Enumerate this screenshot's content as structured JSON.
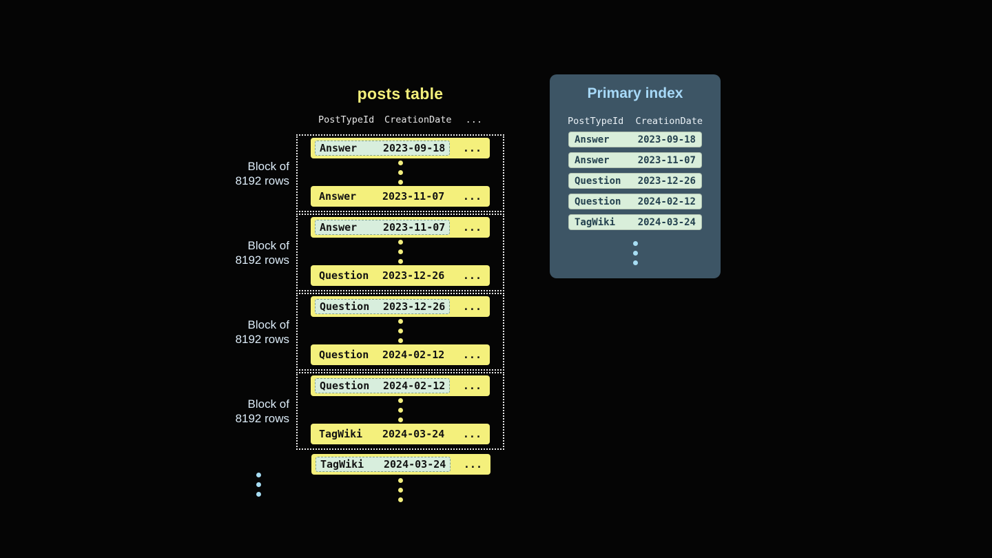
{
  "posts_table": {
    "title": "posts table",
    "col1": "PostTypeId",
    "col2": "CreationDate",
    "ellipsis": "...",
    "block_label_line1": "Block of",
    "block_label_line2": "8192 rows",
    "blocks": [
      {
        "first_type": "Answer",
        "first_date": "2023-09-18",
        "last_type": "Answer",
        "last_date": "2023-11-07"
      },
      {
        "first_type": "Answer",
        "first_date": "2023-11-07",
        "last_type": "Question",
        "last_date": "2023-12-26"
      },
      {
        "first_type": "Question",
        "first_date": "2023-12-26",
        "last_type": "Question",
        "last_date": "2024-02-12"
      },
      {
        "first_type": "Question",
        "first_date": "2024-02-12",
        "last_type": "TagWiki",
        "last_date": "2024-03-24"
      }
    ],
    "tail_type": "TagWiki",
    "tail_date": "2024-03-24"
  },
  "primary_index": {
    "title": "Primary index",
    "col1": "PostTypeId",
    "col2": "CreationDate",
    "rows": [
      {
        "type": "Answer",
        "date": "2023-09-18"
      },
      {
        "type": "Answer",
        "date": "2023-11-07"
      },
      {
        "type": "Question",
        "date": "2023-12-26"
      },
      {
        "type": "Question",
        "date": "2024-02-12"
      },
      {
        "type": "TagWiki",
        "date": "2024-03-24"
      }
    ]
  },
  "colors": {
    "background": "#050505",
    "row_yellow": "#f4f07c",
    "highlight_mint": "#d8eedd",
    "panel_slate": "#3d5565",
    "accent_blue": "#a7d9f8",
    "title_yellow": "#f2ef7b"
  }
}
